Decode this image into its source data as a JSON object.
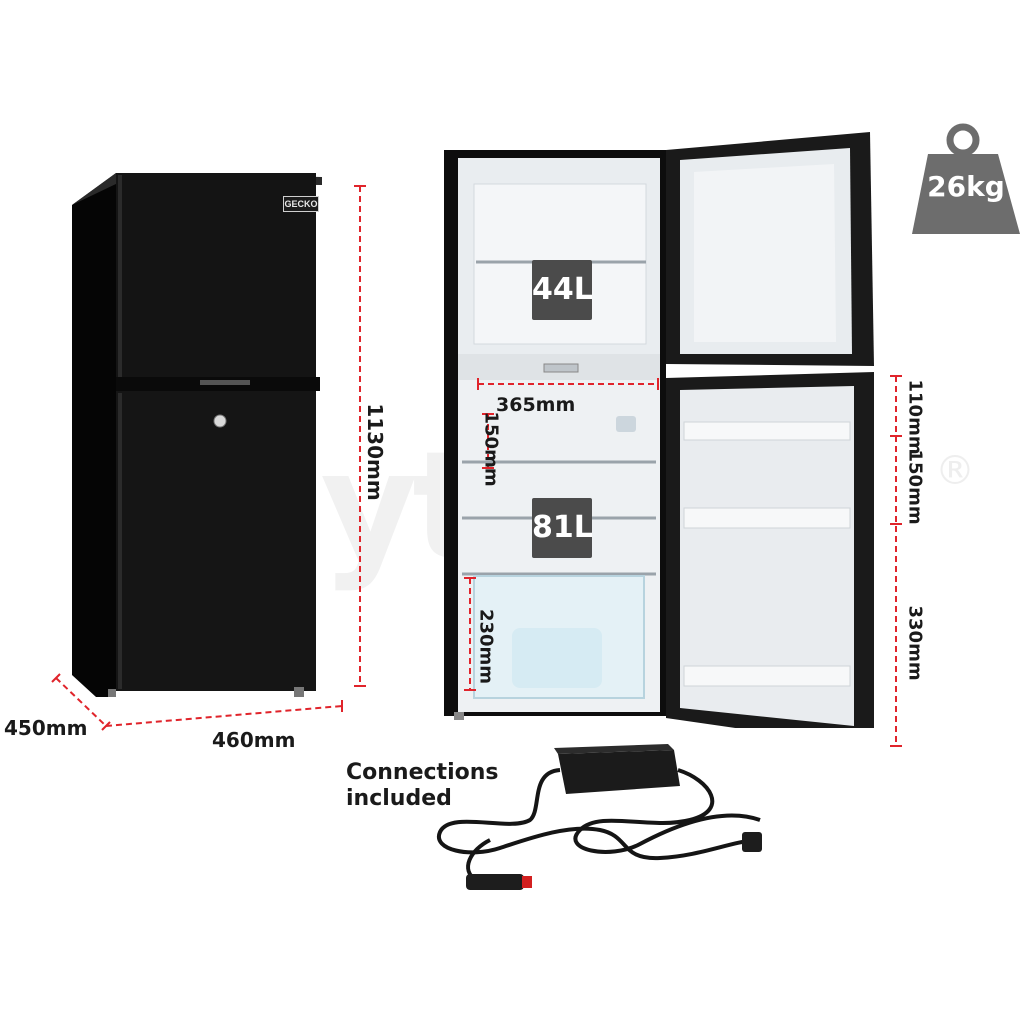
{
  "watermark": {
    "text": "mytopia",
    "mark": "®"
  },
  "brand_badge": "GECKO",
  "weight": {
    "value": "26kg",
    "icon": "weight-icon"
  },
  "capacities": {
    "freezer": "44L",
    "fridge": "81L"
  },
  "dimensions": {
    "height": "1130mm",
    "depth": "450mm",
    "width": "460mm",
    "inner_width": "365mm",
    "shelf_gap": "150mm",
    "crisper_height": "230mm",
    "door_top": "110mm",
    "door_middle": "150mm",
    "door_bottom": "330mm"
  },
  "connections": {
    "line1": "Connections",
    "line2": "included"
  },
  "colors": {
    "fridge_body": "#111111",
    "dimension_line": "#e0242b",
    "weight_badge": "#6d6d6d",
    "capacity_box": "#4b4b4b"
  }
}
